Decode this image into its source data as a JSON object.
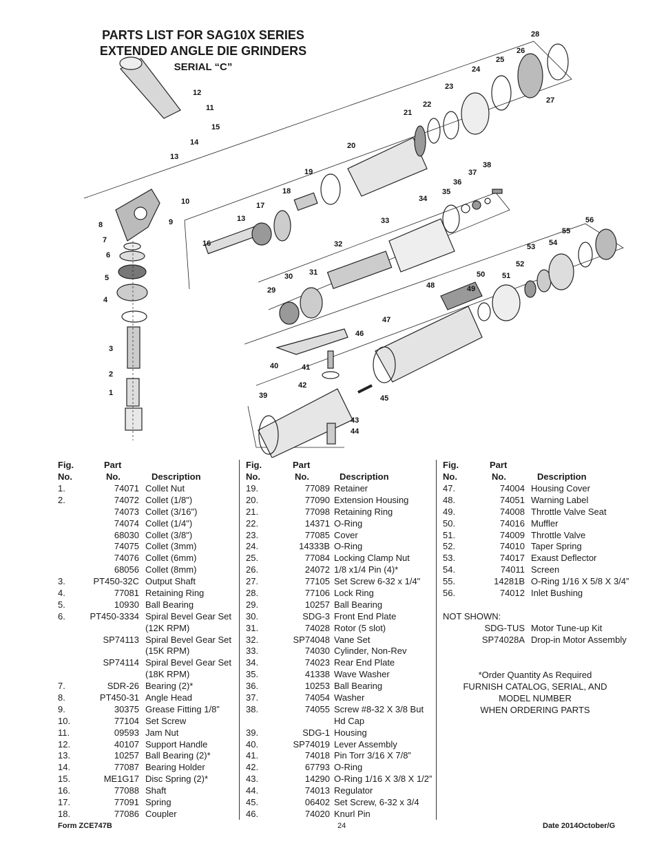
{
  "title": {
    "line1": "PARTS LIST FOR SAG10X SERIES",
    "line2": "EXTENDED ANGLE DIE GRINDERS",
    "line3": "SERIAL “C”"
  },
  "callouts": [
    "1",
    "2",
    "3",
    "4",
    "5",
    "6",
    "7",
    "8",
    "9",
    "10",
    "11",
    "12",
    "13",
    "14",
    "15",
    "16",
    "17",
    "18",
    "19",
    "20",
    "21",
    "22",
    "23",
    "24",
    "25",
    "26",
    "27",
    "28",
    "29",
    "30",
    "31",
    "32",
    "33",
    "34",
    "35",
    "36",
    "37",
    "38",
    "39",
    "40",
    "41",
    "42",
    "43",
    "44",
    "45",
    "46",
    "47",
    "48",
    "49",
    "50",
    "51",
    "52",
    "53",
    "54",
    "55",
    "56",
    "13"
  ],
  "table_header": {
    "fig1": "Fig.",
    "fig2": "No.",
    "part1": "Part",
    "part2": "No.",
    "desc": "Description"
  },
  "columns": [
    [
      {
        "fig": "1.",
        "part": "74071",
        "desc": "Collet Nut"
      },
      {
        "fig": "2.",
        "part": "74072",
        "desc": "Collet (1/8\")"
      },
      {
        "fig": "",
        "part": "74073",
        "desc": "Collet (3/16\")"
      },
      {
        "fig": "",
        "part": "74074",
        "desc": "Collet (1/4\")"
      },
      {
        "fig": "",
        "part": "68030",
        "desc": "Collet (3/8\")"
      },
      {
        "fig": "",
        "part": "74075",
        "desc": "Collet (3mm)"
      },
      {
        "fig": "",
        "part": "74076",
        "desc": "Collet (6mm)"
      },
      {
        "fig": "",
        "part": "68056",
        "desc": "Collet (8mm)"
      },
      {
        "fig": "3.",
        "part": "PT450-32C",
        "desc": "Output Shaft"
      },
      {
        "fig": "4.",
        "part": "77081",
        "desc": "Retaining Ring"
      },
      {
        "fig": "5.",
        "part": "10930",
        "desc": "Ball Bearing"
      },
      {
        "fig": "6.",
        "part": "PT450-3334",
        "desc": "Spiral Bevel Gear Set"
      },
      {
        "fig": "",
        "part": "",
        "desc": "(12K RPM)"
      },
      {
        "fig": "",
        "part": "SP74113",
        "desc": "Spiral Bevel Gear Set"
      },
      {
        "fig": "",
        "part": "",
        "desc": "(15K RPM)"
      },
      {
        "fig": "",
        "part": "SP74114",
        "desc": "Spiral Bevel Gear Set"
      },
      {
        "fig": "",
        "part": "",
        "desc": "(18K RPM)"
      },
      {
        "fig": "7.",
        "part": "SDR-26",
        "desc": "Bearing (2)*"
      },
      {
        "fig": "8.",
        "part": "PT450-31",
        "desc": "Angle Head"
      },
      {
        "fig": "9.",
        "part": "30375",
        "desc": "Grease Fitting 1/8”"
      },
      {
        "fig": "10.",
        "part": "77104",
        "desc": "Set Screw"
      },
      {
        "fig": "11.",
        "part": "09593",
        "desc": "Jam Nut"
      },
      {
        "fig": "12.",
        "part": "40107",
        "desc": "Support Handle"
      },
      {
        "fig": "13.",
        "part": "10257",
        "desc": "Ball Bearing (2)*"
      },
      {
        "fig": "14.",
        "part": "77087",
        "desc": "Bearing Holder"
      },
      {
        "fig": "15.",
        "part": "ME1G17",
        "desc": "Disc Spring (2)*"
      },
      {
        "fig": "16.",
        "part": "77088",
        "desc": "Shaft"
      },
      {
        "fig": "17.",
        "part": "77091",
        "desc": "Spring"
      },
      {
        "fig": "18.",
        "part": "77086",
        "desc": "Coupler"
      }
    ],
    [
      {
        "fig": "19.",
        "part": "77089",
        "desc": "Retainer"
      },
      {
        "fig": "20.",
        "part": "77090",
        "desc": "Extension Housing"
      },
      {
        "fig": "21.",
        "part": "77098",
        "desc": "Retaining Ring"
      },
      {
        "fig": "22.",
        "part": "14371",
        "desc": "O-Ring"
      },
      {
        "fig": "23.",
        "part": "77085",
        "desc": "Cover"
      },
      {
        "fig": "24.",
        "part": "14333B",
        "desc": "O-Ring"
      },
      {
        "fig": "25.",
        "part": "77084",
        "desc": "Locking Clamp Nut"
      },
      {
        "fig": "26.",
        "part": "24072",
        "desc": "1/8 x1/4 Pin (4)*"
      },
      {
        "fig": "27.",
        "part": "77105",
        "desc": "Set Screw 6-32 x 1/4\""
      },
      {
        "fig": "28.",
        "part": "77106",
        "desc": "Lock Ring"
      },
      {
        "fig": "29.",
        "part": "10257",
        "desc": "Ball Bearing"
      },
      {
        "fig": "30.",
        "part": "SDG-3",
        "desc": "Front End Plate"
      },
      {
        "fig": "31.",
        "part": "74028",
        "desc": "Rotor (5 slot)"
      },
      {
        "fig": "32.",
        "part": "SP74048",
        "desc": "Vane Set"
      },
      {
        "fig": "33.",
        "part": "74030",
        "desc": "Cylinder, Non-Rev"
      },
      {
        "fig": "34.",
        "part": "74023",
        "desc": "Rear End Plate"
      },
      {
        "fig": "35.",
        "part": "41338",
        "desc": "Wave Washer"
      },
      {
        "fig": "36.",
        "part": "10253",
        "desc": "Ball Bearing"
      },
      {
        "fig": "37.",
        "part": "74054",
        "desc": "Washer"
      },
      {
        "fig": "38.",
        "part": "74055",
        "desc": "Screw #8-32 X 3/8 But"
      },
      {
        "fig": "",
        "part": "",
        "desc": "Hd Cap"
      },
      {
        "fig": "39.",
        "part": "SDG-1",
        "desc": "Housing"
      },
      {
        "fig": "40.",
        "part": "SP74019",
        "desc": "Lever Assembly"
      },
      {
        "fig": "41.",
        "part": "74018",
        "desc": "Pin Torr 3/16 X 7/8”"
      },
      {
        "fig": "42.",
        "part": "67793",
        "desc": "O-Ring"
      },
      {
        "fig": "43.",
        "part": "14290",
        "desc": "O-Ring 1/16 X 3/8 X 1/2”"
      },
      {
        "fig": "44.",
        "part": "74013",
        "desc": "Regulator"
      },
      {
        "fig": "45.",
        "part": "06402",
        "desc": "Set Screw, 6-32 x 3/4"
      },
      {
        "fig": "46.",
        "part": "74020",
        "desc": "Knurl Pin"
      }
    ],
    [
      {
        "fig": "47.",
        "part": "74004",
        "desc": "Housing Cover"
      },
      {
        "fig": "48.",
        "part": "74051",
        "desc": "Warning Label"
      },
      {
        "fig": "49.",
        "part": "74008",
        "desc": "Throttle Valve Seat"
      },
      {
        "fig": "50.",
        "part": "74016",
        "desc": "Muffler"
      },
      {
        "fig": "51.",
        "part": "74009",
        "desc": "Throttle Valve"
      },
      {
        "fig": "52.",
        "part": "74010",
        "desc": "Taper Spring"
      },
      {
        "fig": "53.",
        "part": "74017",
        "desc": "Exaust Deflector"
      },
      {
        "fig": "54.",
        "part": "74011",
        "desc": "Screen"
      },
      {
        "fig": "55.",
        "part": "14281B",
        "desc": "O-Ring 1/16 X 5/8 X 3/4”"
      },
      {
        "fig": "56.",
        "part": "74012",
        "desc": "Inlet  Bushing"
      },
      {
        "fig": "",
        "part": "",
        "desc": ""
      },
      {
        "fig": "NOT SHOWN:",
        "part": "",
        "desc": ""
      },
      {
        "fig": "",
        "part": "SDG-TUS",
        "desc": "Motor Tune-up Kit"
      },
      {
        "fig": "",
        "part": "SP74028A",
        "desc": "Drop-in Motor Assembly"
      }
    ]
  ],
  "notes": [
    "*Order Quantity As Required",
    "FURNISH CATALOG, SERIAL, AND",
    "MODEL NUMBER",
    "WHEN ORDERING PARTS"
  ],
  "footer": {
    "form": "Form ZCE747B",
    "page": "24",
    "date": "Date 2014October/G"
  }
}
